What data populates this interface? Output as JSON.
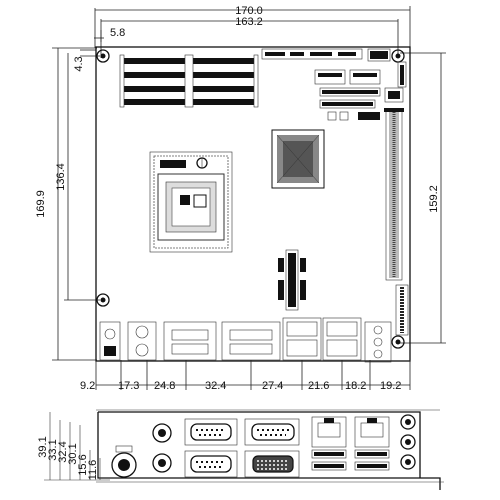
{
  "top_dims": {
    "overall_width": "170.0",
    "hole_span": "163.2",
    "hole_offset_x": "5.8"
  },
  "left_dims": {
    "hole_offset_y": "4.3",
    "hole_span_left": "136.4",
    "overall_height": "169.9"
  },
  "right_dims": {
    "hole_span_right": "159.2"
  },
  "bottom_dims": [
    "9.2",
    "17.3",
    "24.8",
    "32.4",
    "27.4",
    "21.6",
    "18.2",
    "19.2"
  ],
  "io_panel_dims": [
    "39.1",
    "33.1",
    "32.4",
    "30.1",
    "15.6",
    "11.6"
  ]
}
